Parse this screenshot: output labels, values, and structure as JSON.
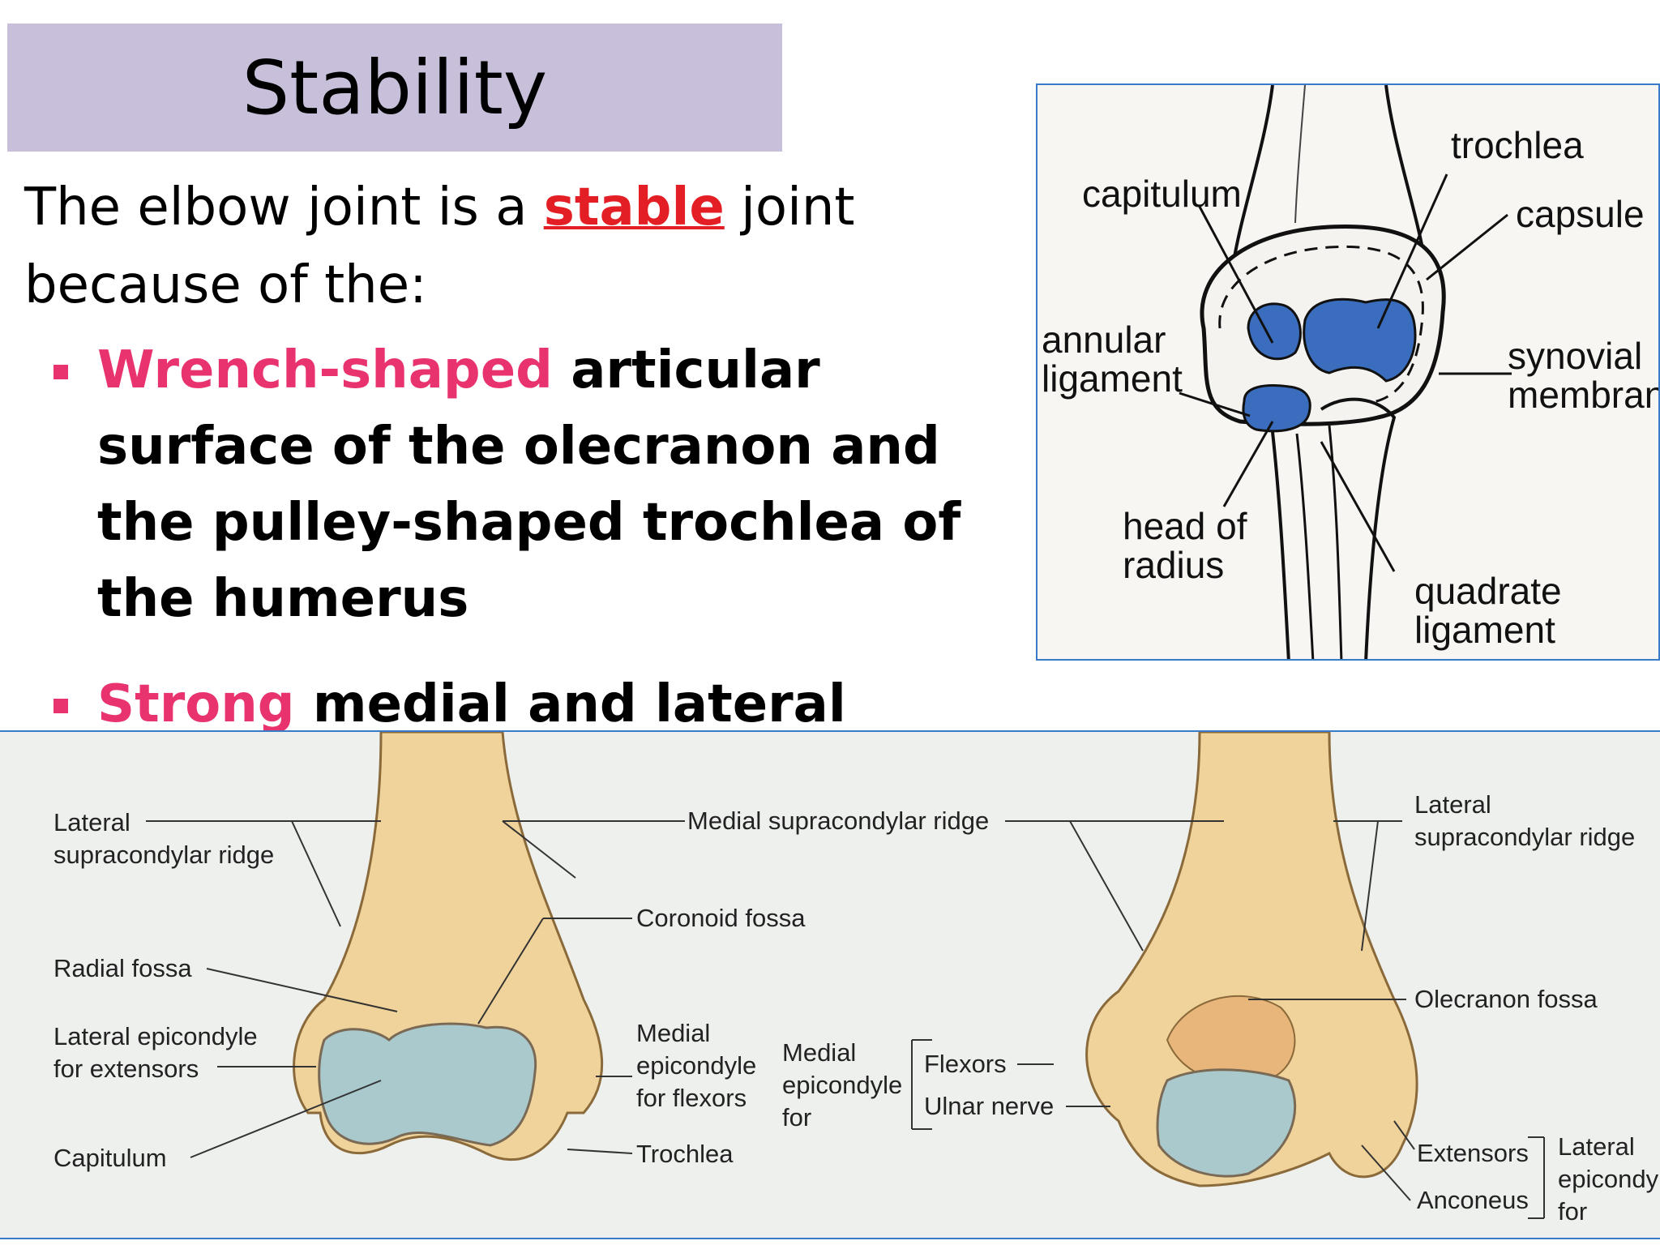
{
  "slide": {
    "title": "Stability",
    "intro": {
      "before": "The elbow joint is a ",
      "emphasis": "stable",
      "after": " joint",
      "line2": "because of the:"
    },
    "bullets": [
      {
        "highlight": "Wrench-shaped",
        "rest": " articular surface of the olecranon and the pulley-shaped trochlea of the humerus"
      },
      {
        "highlight": "Strong",
        "rest": " medial and lateral ligaments."
      }
    ],
    "colors": {
      "title_band": "#c8c0da",
      "emphasis_red": "#e31e24",
      "highlight_pink": "#e8336f",
      "frame_blue": "#3a7bc8"
    }
  },
  "figure_top": {
    "labels": {
      "trochlea": "trochlea",
      "capitulum": "capitulum",
      "capsule": "capsule",
      "annular_1": "annular",
      "annular_2": "ligament",
      "synovial_1": "synovial",
      "synovial_2": "membrane",
      "head_1": "head of",
      "head_2": "radius",
      "quadrate_1": "quadrate",
      "quadrate_2": "ligament"
    }
  },
  "figure_bottom": {
    "labels": {
      "lat_supra_1": "Lateral",
      "lat_supra_2": "supracondylar ridge",
      "radial_fossa": "Radial fossa",
      "lat_epi_1": "Lateral epicondyle",
      "lat_epi_2": "for extensors",
      "capitulum": "Capitulum",
      "med_supra": "Medial supracondylar ridge",
      "coronoid": "Coronoid fossa",
      "med_epi_1": "Medial",
      "med_epi_2": "epicondyle",
      "med_epi_3": "for flexors",
      "trochlea": "Trochlea",
      "medial_b1": "Medial",
      "medial_b2": "epicondyle",
      "medial_b3": "for",
      "flexors": "Flexors",
      "ulnar": "Ulnar nerve",
      "lat_supra_r1": "Lateral",
      "lat_supra_r2": "supracondylar ridge",
      "olecranon": "Olecranon fossa",
      "extensors": "Extensors",
      "anconeus": "Anconeus",
      "lat_epi_r1": "Lateral",
      "lat_epi_r2": "epicondy",
      "lat_epi_r3": "for"
    }
  }
}
